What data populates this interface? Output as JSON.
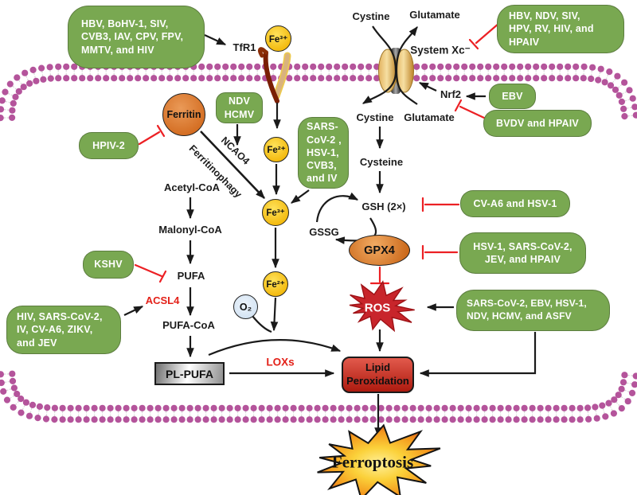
{
  "colors": {
    "virus_box_green": "#79a851",
    "membrane_magenta": "#b4549b",
    "membrane_tail_gray": "#d9d9d9",
    "inhibition_red": "#ec2024",
    "arrow_black": "#1a1a1a",
    "iron_yellow": "#f5c318",
    "ferritin_orange": "#dd7c35",
    "gpx4_orange": "#e0853c",
    "ros_red": "#c8252b",
    "lipid_box_red": "#c03228",
    "ferroptosis_orange": "#f59d20"
  },
  "virus_boxes": {
    "tfr1": "HBV,  BoHV-1,  SIV,\nCVB3,  IAV,  CPV,  FPV,\nMMTV,  and HIV",
    "ndv_hcmv": "NDV\nHCMV",
    "hpiv2": "HPIV-2",
    "iron": "SARS-\nCoV-2 ,\nHSV-1,\nCVB3,\nand IV",
    "kshv": "KSHV",
    "acsl4": "HIV,  SARS-CoV-2,\nIV,  CV-A6, ZIKV,\nand JEV",
    "system_xc": "HBV,  NDV,  SIV,\nHPV,  RV,  HIV,  and\nHPAIV",
    "ebv": "EBV",
    "nrf2": "BVDV and HPAIV",
    "gsh": "CV-A6 and HSV-1",
    "gpx4": "HSV-1,  SARS-CoV-2,\nJEV,  and HPAIV",
    "ros": "SARS-CoV-2,  EBV, HSV-1,\nNDV,  HCMV,  and ASFV"
  },
  "nodes": {
    "tfr1": "TfR1",
    "fe3_extracellular": "Fe³⁺",
    "fe2_imported": "Fe²⁺",
    "fe3_labile": "Fe³⁺",
    "fe2_fenton": "Fe²⁺",
    "o2": "O₂",
    "ferritin": "Ferritin",
    "ncao4": "NCAO4",
    "ferritinophagy": "Ferritinophagy",
    "acetyl_coa": "Acetyl-CoA",
    "malonyl_coa": "Malonyl-CoA",
    "pufa": "PUFA",
    "acsl4": "ACSL4",
    "pufa_coa": "PUFA-CoA",
    "pl_pufa": "PL-PUFA",
    "loxs": "LOXs",
    "cystine_out": "Cystine",
    "glutamate_out": "Glutamate",
    "system_xc": "System Xc⁻",
    "nrf2": "Nrf2",
    "cystine_in": "Cystine",
    "glutamate_in": "Glutamate",
    "cysteine": "Cysteine",
    "gsh": "GSH (2×)",
    "gssg": "GSSG",
    "gpx4": "GPX4",
    "ros": "ROS",
    "lipid_peroxidation": "Lipid\nPeroxidation",
    "ferroptosis": "Ferroptosis"
  }
}
